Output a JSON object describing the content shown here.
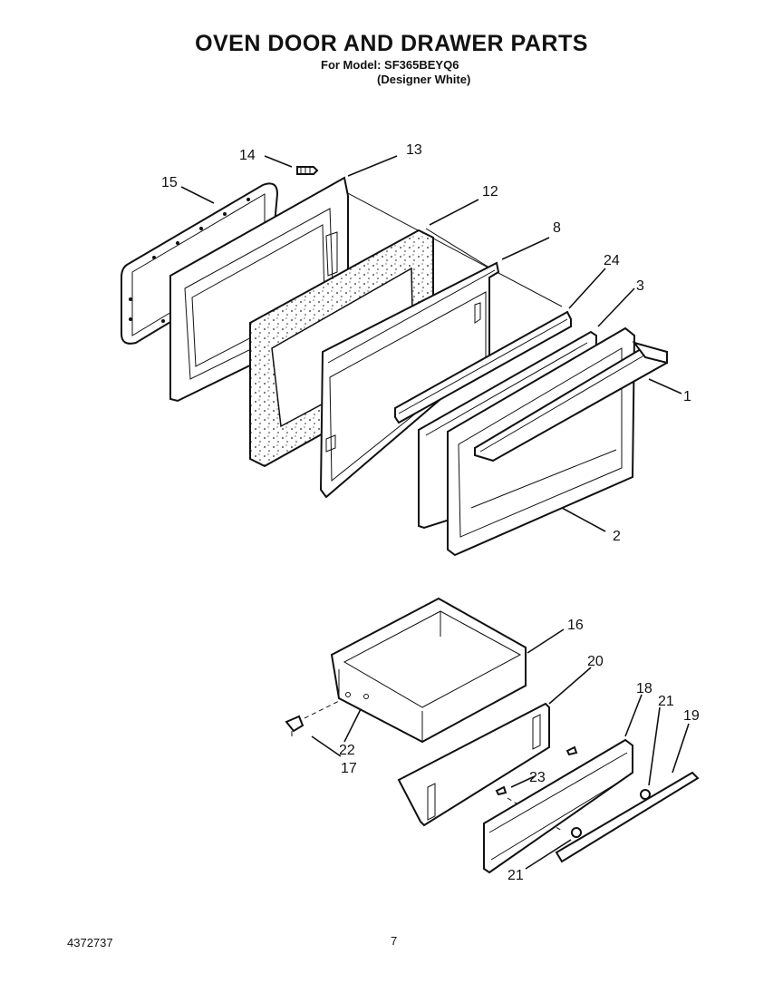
{
  "title": "OVEN DOOR AND DRAWER PARTS",
  "model_line": "For Model: SF365BEYQ6",
  "variant_line": "(Designer White)",
  "document_number": "4372737",
  "page_number": "7",
  "callouts": {
    "c14": "14",
    "c13": "13",
    "c15": "15",
    "c12": "12",
    "c8": "8",
    "c24": "24",
    "c3": "3",
    "c1": "1",
    "c2": "2",
    "c16": "16",
    "c20": "20",
    "c18": "18",
    "c21a": "21",
    "c19": "19",
    "c22": "22",
    "c17": "17",
    "c23": "23",
    "c21b": "21"
  }
}
